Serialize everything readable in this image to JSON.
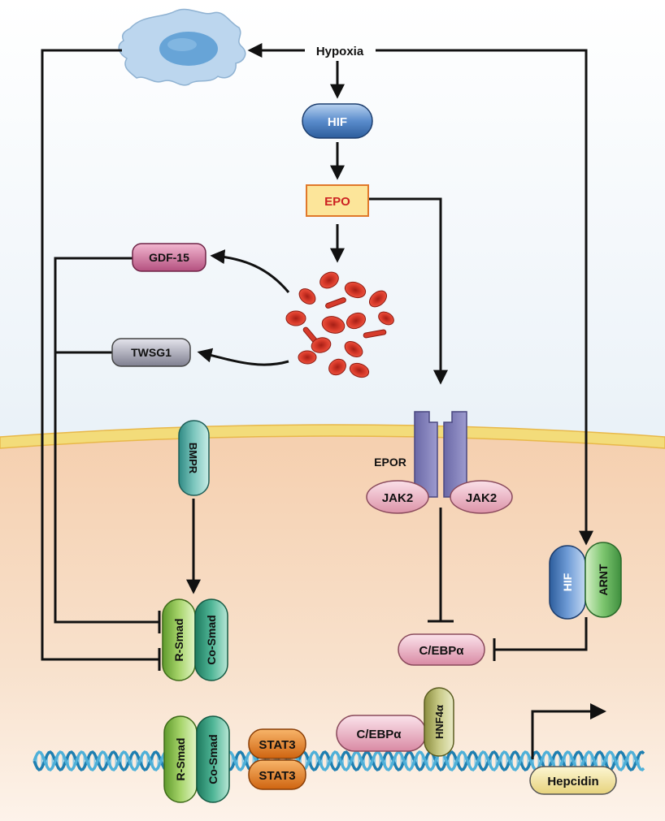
{
  "labels": {
    "hypoxia": "Hypoxia",
    "hif_top": "HIF",
    "epo": "EPO",
    "gdf15": "GDF-15",
    "twsg1": "TWSG1",
    "bmpr": "BMPR",
    "epor": "EPOR",
    "jak2_left": "JAK2",
    "jak2_right": "JAK2",
    "hif_complex": "HIF",
    "arnt": "ARNT",
    "rsmad_upper": "R-Smad",
    "cosmad_upper": "Co-Smad",
    "cebpa_upper": "C/EBPα",
    "rsmad_lower": "R-Smad",
    "cosmad_lower": "Co-Smad",
    "stat3_top": "STAT3",
    "stat3_bottom": "STAT3",
    "cebpa_lower": "C/EBPα",
    "hnf4a": "HNF4α",
    "hepcidin": "Hepcidin"
  },
  "colors": {
    "background_top": "#ffffff",
    "background_extracellular": "#d6e6f2",
    "membrane": "#f2d36a",
    "cytoplasm": "#f7d5b8",
    "hif": "#4a7fc0",
    "epo_fill": "#fbe08a",
    "epo_text": "#cc2222",
    "gdf15": "#c86a95",
    "twsg1": "#9a9aa8",
    "bmpr": "#3c9a92",
    "epor": "#7c7ab4",
    "jak2": "#e8a8b8",
    "arnt": "#5fb05f",
    "rsmad": "#8cc04a",
    "cosmad": "#2e9a7a",
    "cebpa": "#e39ab0",
    "stat3": "#e07a1a",
    "hnf4a": "#a6a85a",
    "hepcidin": "#f3e6a0",
    "rbc": "#d63b2b",
    "dna": "#3a9cc8"
  },
  "icons": [
    "hypoxic-cell-icon",
    "red-blood-cells-icon",
    "dna-helix-icon",
    "transcription-start-arrow-icon"
  ]
}
